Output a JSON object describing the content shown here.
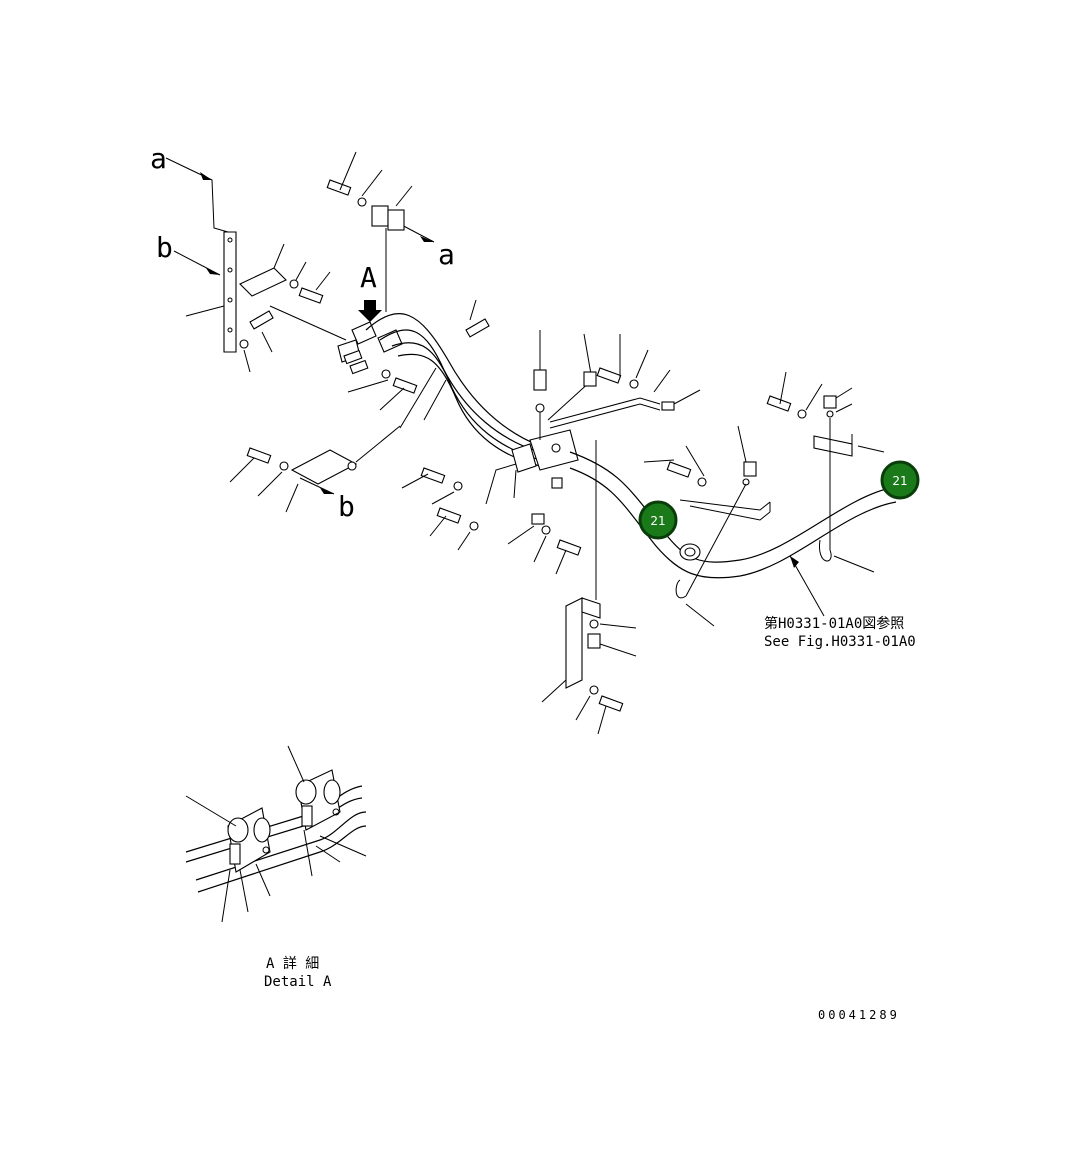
{
  "diagram": {
    "view_labels": {
      "a_top": "a",
      "a_arrow": "a",
      "b_side": "b",
      "b_arrow": "b",
      "detail_marker": "A"
    },
    "callouts": [
      {
        "number": "21"
      },
      {
        "number": "21"
      }
    ],
    "reference_note": {
      "line1": "第H0331-01A0図参照",
      "line2": "See Fig.H0331-01A0"
    },
    "detail_caption": {
      "line1": "A 詳 細",
      "line2": "Detail A"
    },
    "drawing_number": "00041289",
    "colors": {
      "callout_fill": "#1a7a1a",
      "callout_ring": "#0a3d0a",
      "line": "#000000"
    }
  }
}
